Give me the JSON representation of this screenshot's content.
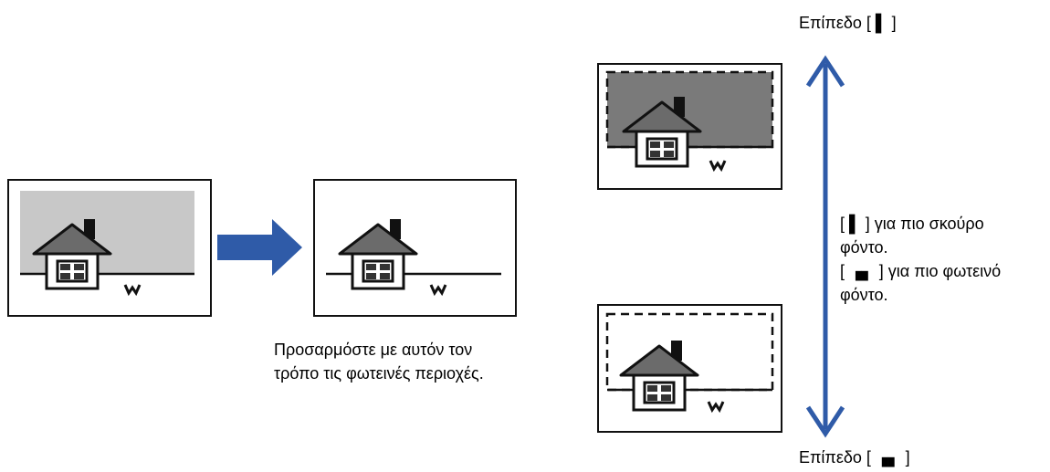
{
  "caption": {
    "line1": "Προσαρμόστε με αυτόν τον",
    "line2": "τρόπο τις φωτεινές περιοχές."
  },
  "levels": {
    "top_label": "Επίπεδο [ ▌ ]",
    "bottom_label": "Επίπεδο [ ▗▖ ]"
  },
  "explanation": {
    "line1": "[ ▌ ] για πιο σκούρο",
    "line2": "φόντο.",
    "line3": "[ ▗▖ ] για πιο φωτεινό",
    "line4": "φόντο."
  },
  "colors": {
    "arrow_blue": "#2f5ba8",
    "dark_background": "#7a7a7a",
    "light_background": "#c8c8c8",
    "house_roof": "#6b6b6b"
  }
}
